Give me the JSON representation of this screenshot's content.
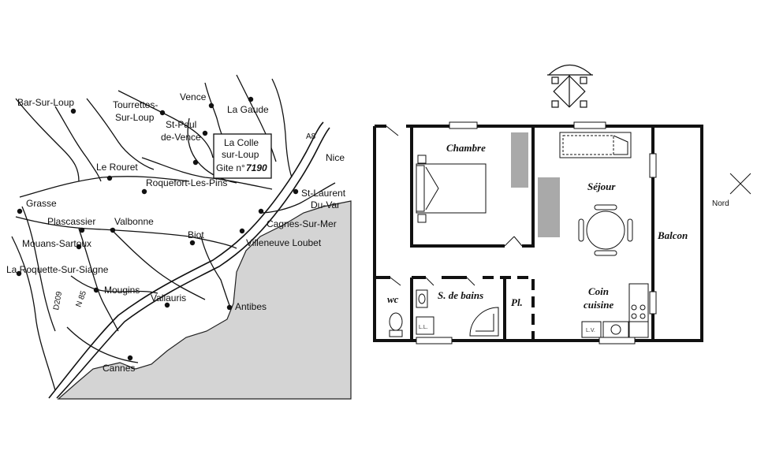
{
  "map": {
    "towns": [
      {
        "id": "bar-sur-loup",
        "label": "Bar-Sur-Loup"
      },
      {
        "id": "tourrettes",
        "label": "Tourrettes-",
        "label2": "Sur-Loup"
      },
      {
        "id": "vence",
        "label": "Vence"
      },
      {
        "id": "la-gaude",
        "label": "La Gaude"
      },
      {
        "id": "st-paul",
        "label": "St-Paul",
        "label2": "de-Vence"
      },
      {
        "id": "le-rouret",
        "label": "Le Rouret"
      },
      {
        "id": "roquefort",
        "label": "Roquefort-Les-Pins"
      },
      {
        "id": "grasse",
        "label": "Grasse"
      },
      {
        "id": "plascassier",
        "label": "Plascassier"
      },
      {
        "id": "valbonne",
        "label": "Valbonne"
      },
      {
        "id": "mouans",
        "label": "Mouans-Sartoux"
      },
      {
        "id": "roquette",
        "label": "La Roquette-Sur-Siagne"
      },
      {
        "id": "biot",
        "label": "Biot"
      },
      {
        "id": "mougins",
        "label": "Mougins"
      },
      {
        "id": "vallauris",
        "label": "Vallauris"
      },
      {
        "id": "antibes",
        "label": "Antibes"
      },
      {
        "id": "cannes",
        "label": "Cannes"
      },
      {
        "id": "cagnes",
        "label": "Cagnes-Sur-Mer"
      },
      {
        "id": "villeneuve",
        "label": "Villeneuve Loubet"
      },
      {
        "id": "st-laurent",
        "label": "St-Laurent",
        "label2": "Du-Var"
      },
      {
        "id": "nice",
        "label": "Nice"
      }
    ],
    "roads": {
      "a8": "A8",
      "d209": "D209",
      "n85": "N 85"
    },
    "gite_box": {
      "line1": "La Colle",
      "line2": "sur-Loup",
      "line3_prefix": "Gite n°",
      "line3_number": "7190"
    }
  },
  "plan": {
    "rooms": {
      "chambre": "Chambre",
      "sejour": "Séjour",
      "balcon": "Balcon",
      "wc": "wc",
      "sdb": "S. de bains",
      "placard": "Pl.",
      "coin": "Coin",
      "cuisine": "cuisine"
    },
    "appliances": {
      "ll1": "L.L.",
      "lv": "L.V."
    },
    "compass": {
      "label": "Nord"
    }
  },
  "colors": {
    "sea": "#d4d4d4",
    "wall": "#111111",
    "furniture": "#a9a9a9"
  }
}
